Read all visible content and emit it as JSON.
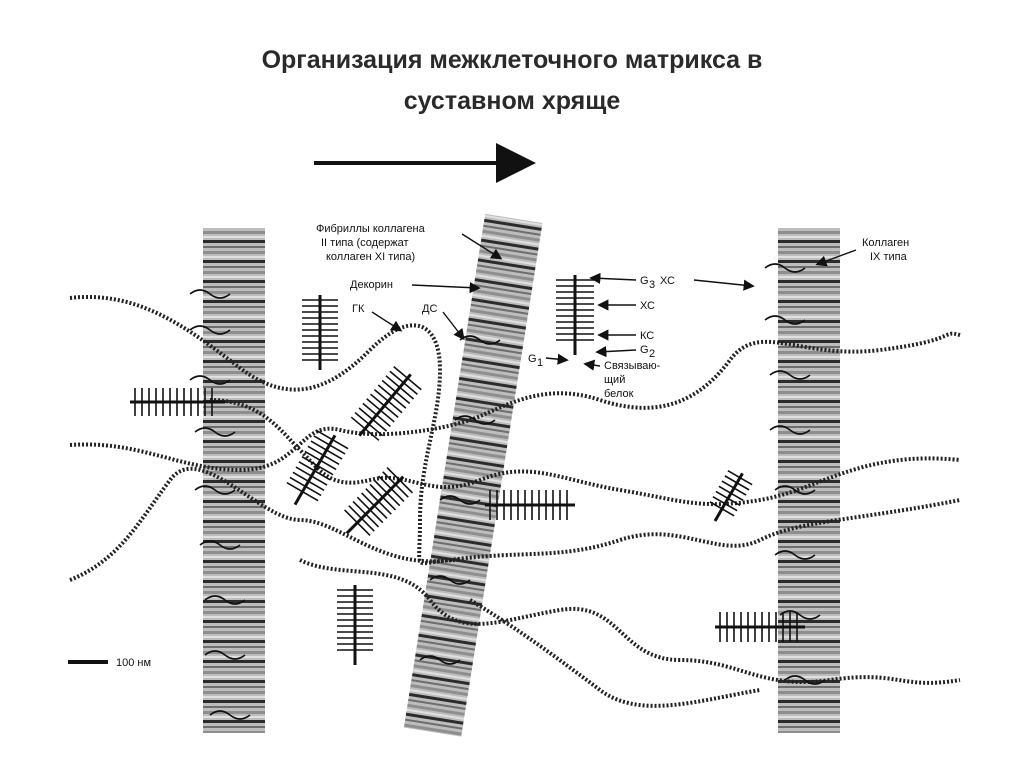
{
  "title": {
    "line1": "Организация межклеточного матрикса в",
    "line2": "суставном хряще"
  },
  "labels": {
    "collagen_fibrils": [
      "Фибриллы коллагена",
      "II типа (содержат",
      "коллаген XI типа)"
    ],
    "decorin": "Декорин",
    "hyaluronic_acid": "ГК",
    "dermatan_sulfate": "ДС",
    "g3": "G",
    "g3_sub": "3",
    "chondroitin_sulfate_top": "ХС",
    "chondroitin_sulfate": "ХС",
    "keratan_sulfate": "КС",
    "g2": "G",
    "g2_sub": "2",
    "g1": "G",
    "g1_sub": "1",
    "link_protein": [
      "Связываю-",
      "щий",
      "белок"
    ],
    "collagen_ix": [
      "Коллаген",
      "IX типа"
    ],
    "scale_bar": "100 нм"
  },
  "colors": {
    "fibril": "#9a9a9a",
    "band_dark": "#2a2a2a",
    "band_light": "#d0d0d0",
    "strand": "#222222"
  }
}
